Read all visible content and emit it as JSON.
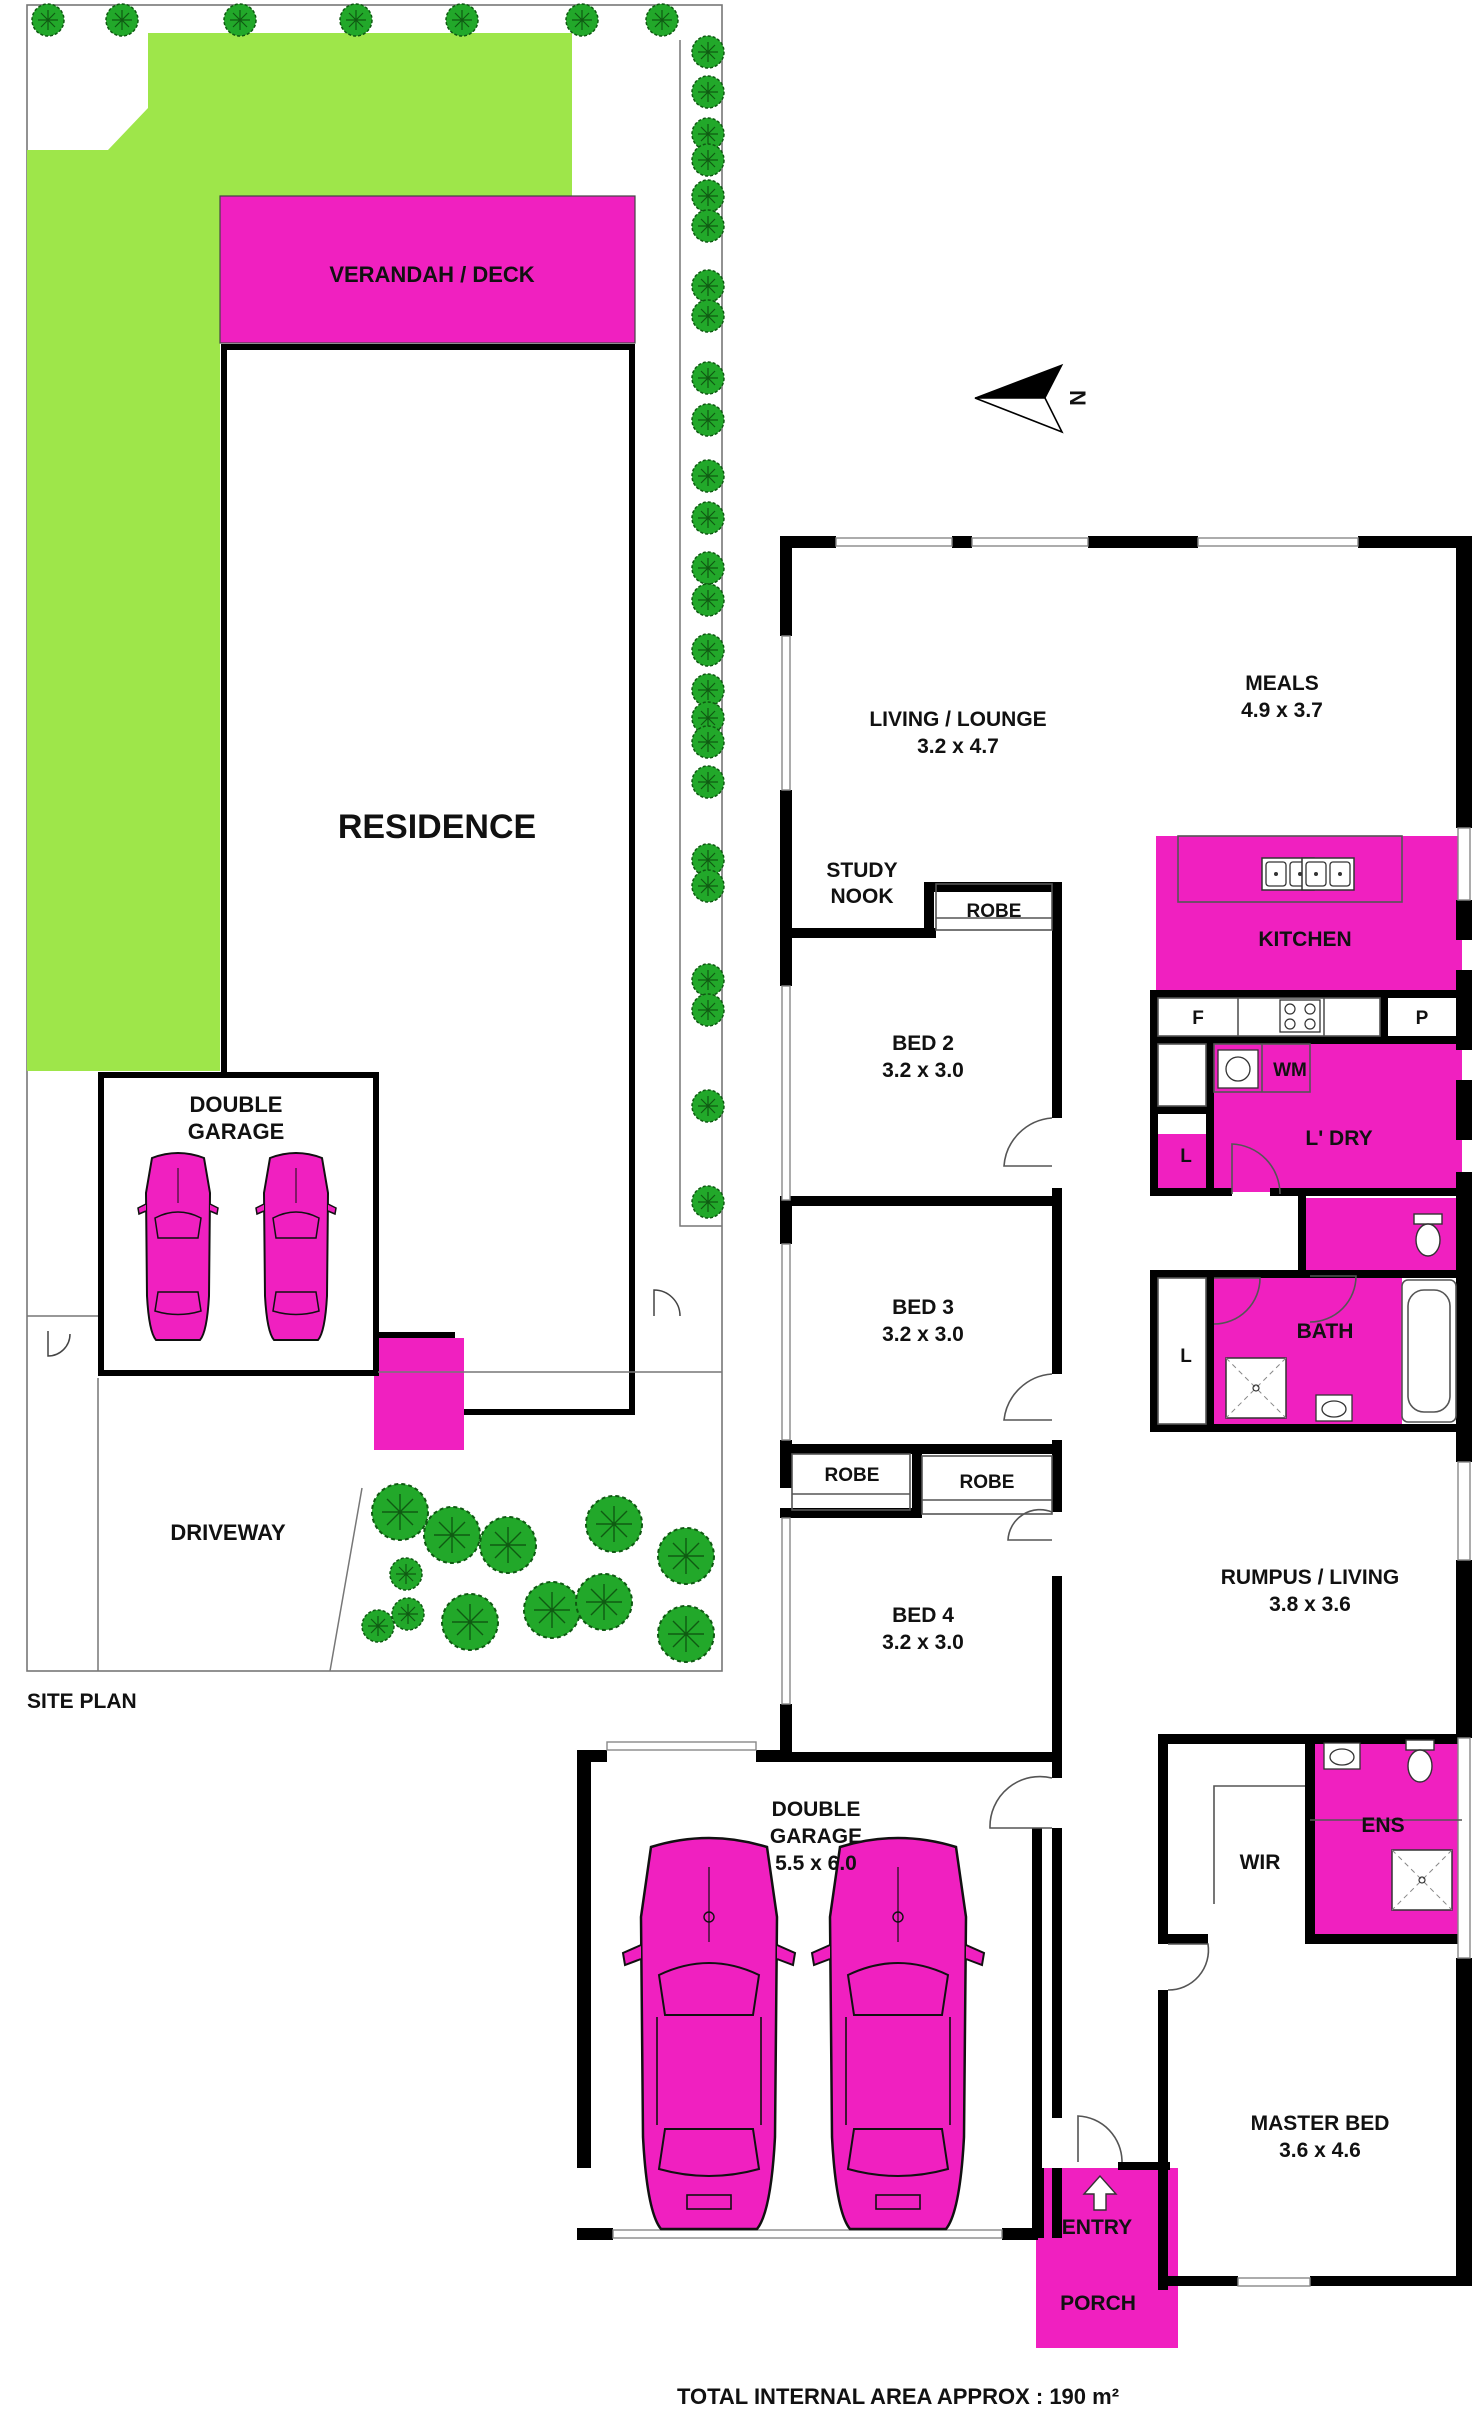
{
  "site_plan": {
    "title": "SITE PLAN",
    "verandah_label": "VERANDAH / DECK",
    "residence_label": "RESIDENCE",
    "garage_label_1": "DOUBLE",
    "garage_label_2": "GARAGE",
    "driveway_label": "DRIVEWAY"
  },
  "compass": {
    "label": "N"
  },
  "rooms": {
    "living": {
      "name": "LIVING / LOUNGE",
      "size": "3.2 x 4.7"
    },
    "meals": {
      "name": "MEALS",
      "size": "4.9 x 3.7"
    },
    "study_1": "STUDY",
    "study_2": "NOOK",
    "robe": "ROBE",
    "kitchen": "KITCHEN",
    "fridge": "F",
    "pantry": "P",
    "washing_machine": "WM",
    "laundry": "L' DRY",
    "linen": "L",
    "bed2": {
      "name": "BED 2",
      "size": "3.2 x 3.0"
    },
    "bed3": {
      "name": "BED 3",
      "size": "3.2 x 3.0"
    },
    "bed4": {
      "name": "BED 4",
      "size": "3.2 x 3.0"
    },
    "bath": "BATH",
    "rumpus": {
      "name": "RUMPUS / LIVING",
      "size": "3.8 x 3.6"
    },
    "ensuite": "ENS",
    "wir": "WIR",
    "master": {
      "name": "MASTER BED",
      "size": "3.6 x 4.6"
    },
    "garage": {
      "name_1": "DOUBLE",
      "name_2": "GARAGE",
      "size": "5.5 x 6.0"
    },
    "entry": "ENTRY",
    "porch": "PORCH"
  },
  "footer": {
    "total_area": "TOTAL INTERNAL AREA APPROX : 190 m²"
  },
  "colors": {
    "accent": "#f020c0",
    "lawn": "#9ee64a",
    "tree": "#22a82a",
    "wall": "#000000"
  }
}
